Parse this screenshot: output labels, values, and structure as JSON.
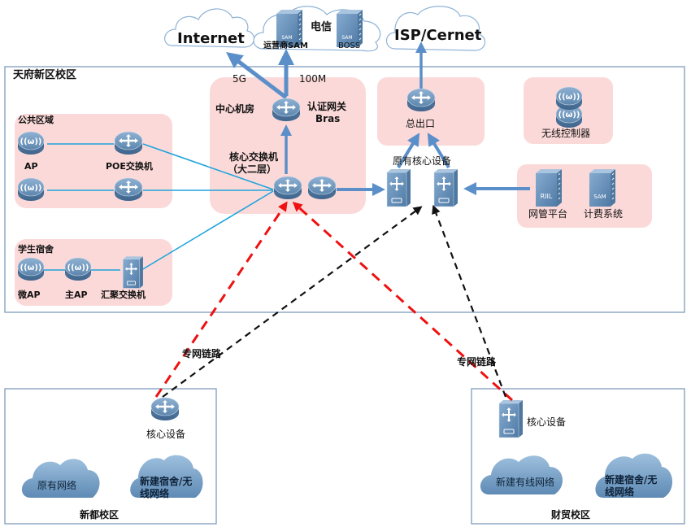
{
  "title": "校园网络拓扑图",
  "colors": {
    "zone_fill": "#fcd9d9",
    "link_blue": "#1ea4dc",
    "arrow_blue": "#5b8fc9",
    "dash_red": "#ee1111",
    "dash_black": "#111111",
    "frame": "#7e9bbd",
    "device": "#6a92b8",
    "cloud_fill": "#7aa3c9"
  },
  "external": {
    "internet": "Internet",
    "telecom": {
      "title": "电信",
      "sam_label": "运营商SAM",
      "boss_label": "BOSS",
      "sam_icon_text": "SAM"
    },
    "isp": "ISP/Cernet"
  },
  "main_campus": {
    "title": "天府新区校区",
    "bandwidth": {
      "internet_link": "5G",
      "telecom_link": "100M"
    },
    "public_area": {
      "title": "公共区域",
      "ap_label": "AP",
      "poe_switch_label": "POE交换机"
    },
    "dorm": {
      "title": "学生宿舍",
      "micro_ap": "微AP",
      "main_ap": "主AP",
      "aggregation_switch": "汇聚交换机"
    },
    "data_center": {
      "title": "中心机房",
      "gateway": "认证网关",
      "gateway_sub": "Bras",
      "core_switch": "核心交换机",
      "core_switch_sub": "（大二层）"
    },
    "egress": {
      "label": "总出口"
    },
    "legacy_core": {
      "label": "原有核心设备"
    },
    "wireless_controller": {
      "label": "无线控制器"
    },
    "management": {
      "nms": "网管平台",
      "nms_icon_text": "RIIL",
      "billing": "计费系统",
      "billing_icon_text": "SAM"
    }
  },
  "links": {
    "private_link_left": "专网链路",
    "private_link_right": "专网链路"
  },
  "xindu_campus": {
    "title": "新都校区",
    "core": "核心设备",
    "cloud_legacy": "原有网络",
    "cloud_new_line1": "新建宿舍/无",
    "cloud_new_line2": "线网络"
  },
  "caimao_campus": {
    "title": "财贸校区",
    "core": "核心设备",
    "cloud_wired": "新建有线网络",
    "cloud_new_line1": "新建宿舍/无",
    "cloud_new_line2": "线网络"
  }
}
